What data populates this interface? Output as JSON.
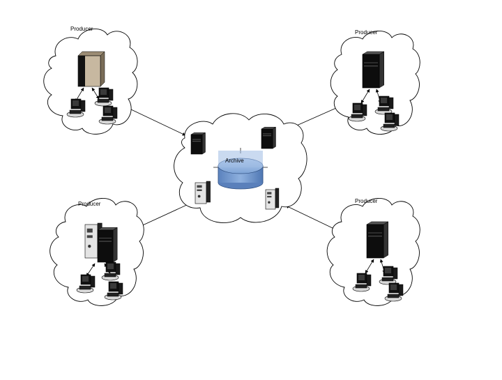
{
  "archive": {
    "label": "Archive"
  },
  "producers": [
    {
      "label": "Producer"
    },
    {
      "label": "Producer"
    },
    {
      "label": "Producer"
    },
    {
      "label": "Producer"
    }
  ],
  "colors": {
    "cloud_stroke": "#000000",
    "archive_fill": "#6f9ad0",
    "server_dark": "#0d0d0d",
    "server_beige": "#c7b8a0"
  }
}
